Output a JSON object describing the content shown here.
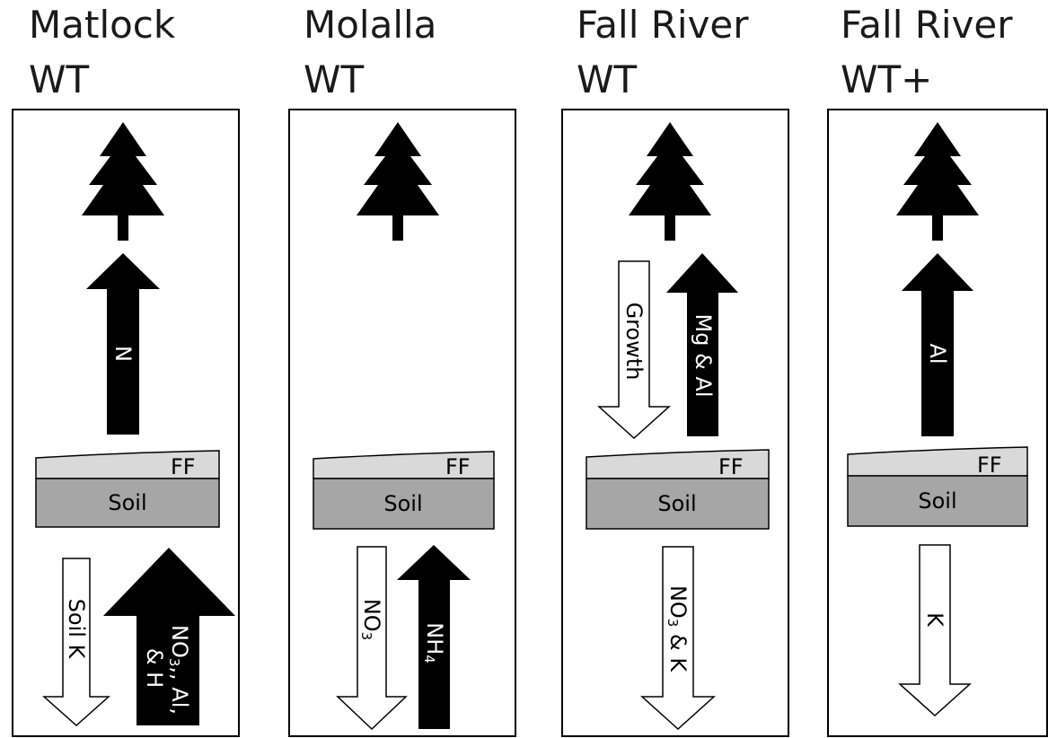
{
  "panels": [
    {
      "title_line1": "Matlock",
      "title_line2": "WT",
      "ff_label": "FF",
      "soil_label": "Soil",
      "up_arrow_label": "N",
      "bottom_left_label": "Soil K",
      "bottom_right_line1": "NO",
      "bottom_right_sub": "3",
      "bottom_right_line1_tail": ",, Al,",
      "bottom_right_line2": "& H"
    },
    {
      "title_line1": "Molalla",
      "title_line2": "WT",
      "ff_label": "FF",
      "soil_label": "Soil",
      "bottom_left_main": "NO",
      "bottom_left_sub": "3",
      "bottom_right_main": "NH",
      "bottom_right_sub": "4"
    },
    {
      "title_line1": "Fall River",
      "title_line2": "WT",
      "ff_label": "FF",
      "soil_label": "Soil",
      "down_arrow_label": "Growth",
      "up_arrow_label": "Mg & Al",
      "bottom_main": "NO",
      "bottom_sub": "3",
      "bottom_tail": " & K"
    },
    {
      "title_line1": "Fall River",
      "title_line2": "WT+",
      "ff_label": "FF",
      "soil_label": "Soil",
      "up_arrow_label": "Al",
      "bottom_label": "K"
    }
  ],
  "icons": {
    "tree": "conifer-tree-icon"
  },
  "colors": {
    "arrow_dark": "#000000",
    "arrow_light": "#ffffff",
    "forest_floor": "#d9d9d9",
    "soil": "#a6a6a6",
    "border": "#000000"
  }
}
